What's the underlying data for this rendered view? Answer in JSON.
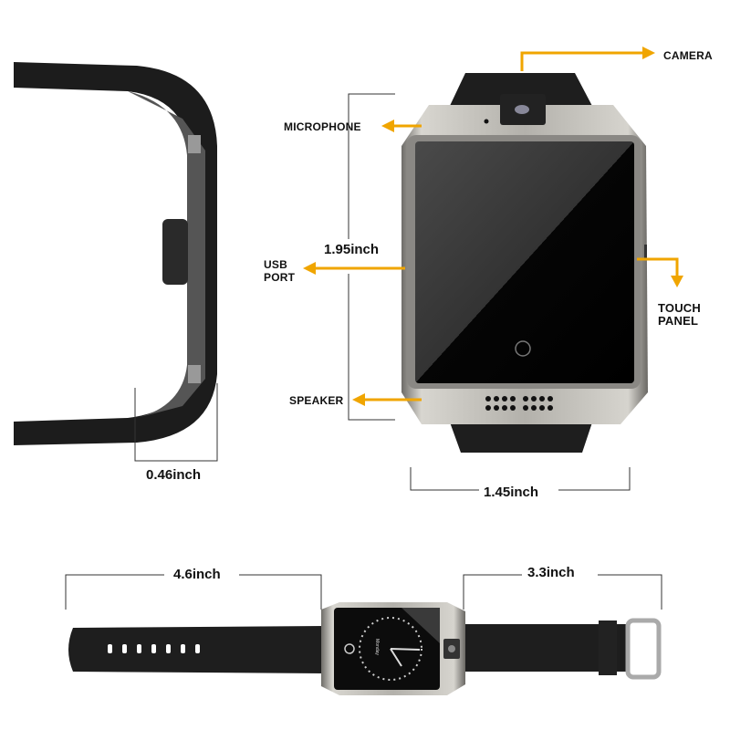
{
  "colors": {
    "arrow": "#f0a500",
    "case": "#b8b6b0",
    "strap": "#1c1c1c",
    "screen": "#0a0a0a"
  },
  "callouts": {
    "camera": "CAMERA",
    "microphone": "MICROPHONE",
    "usb_port_line1": "USB",
    "usb_port_line2": "PORT",
    "touch_panel_line1": "TOUCH",
    "touch_panel_line2": "PANEL",
    "speaker": "SPEAKER"
  },
  "dimensions": {
    "height": "1.95inch",
    "thickness": "0.46inch",
    "width": "1.45inch",
    "strap_long": "4.6inch",
    "strap_short": "3.3inch"
  },
  "watch_face": {
    "day": "Monday"
  }
}
